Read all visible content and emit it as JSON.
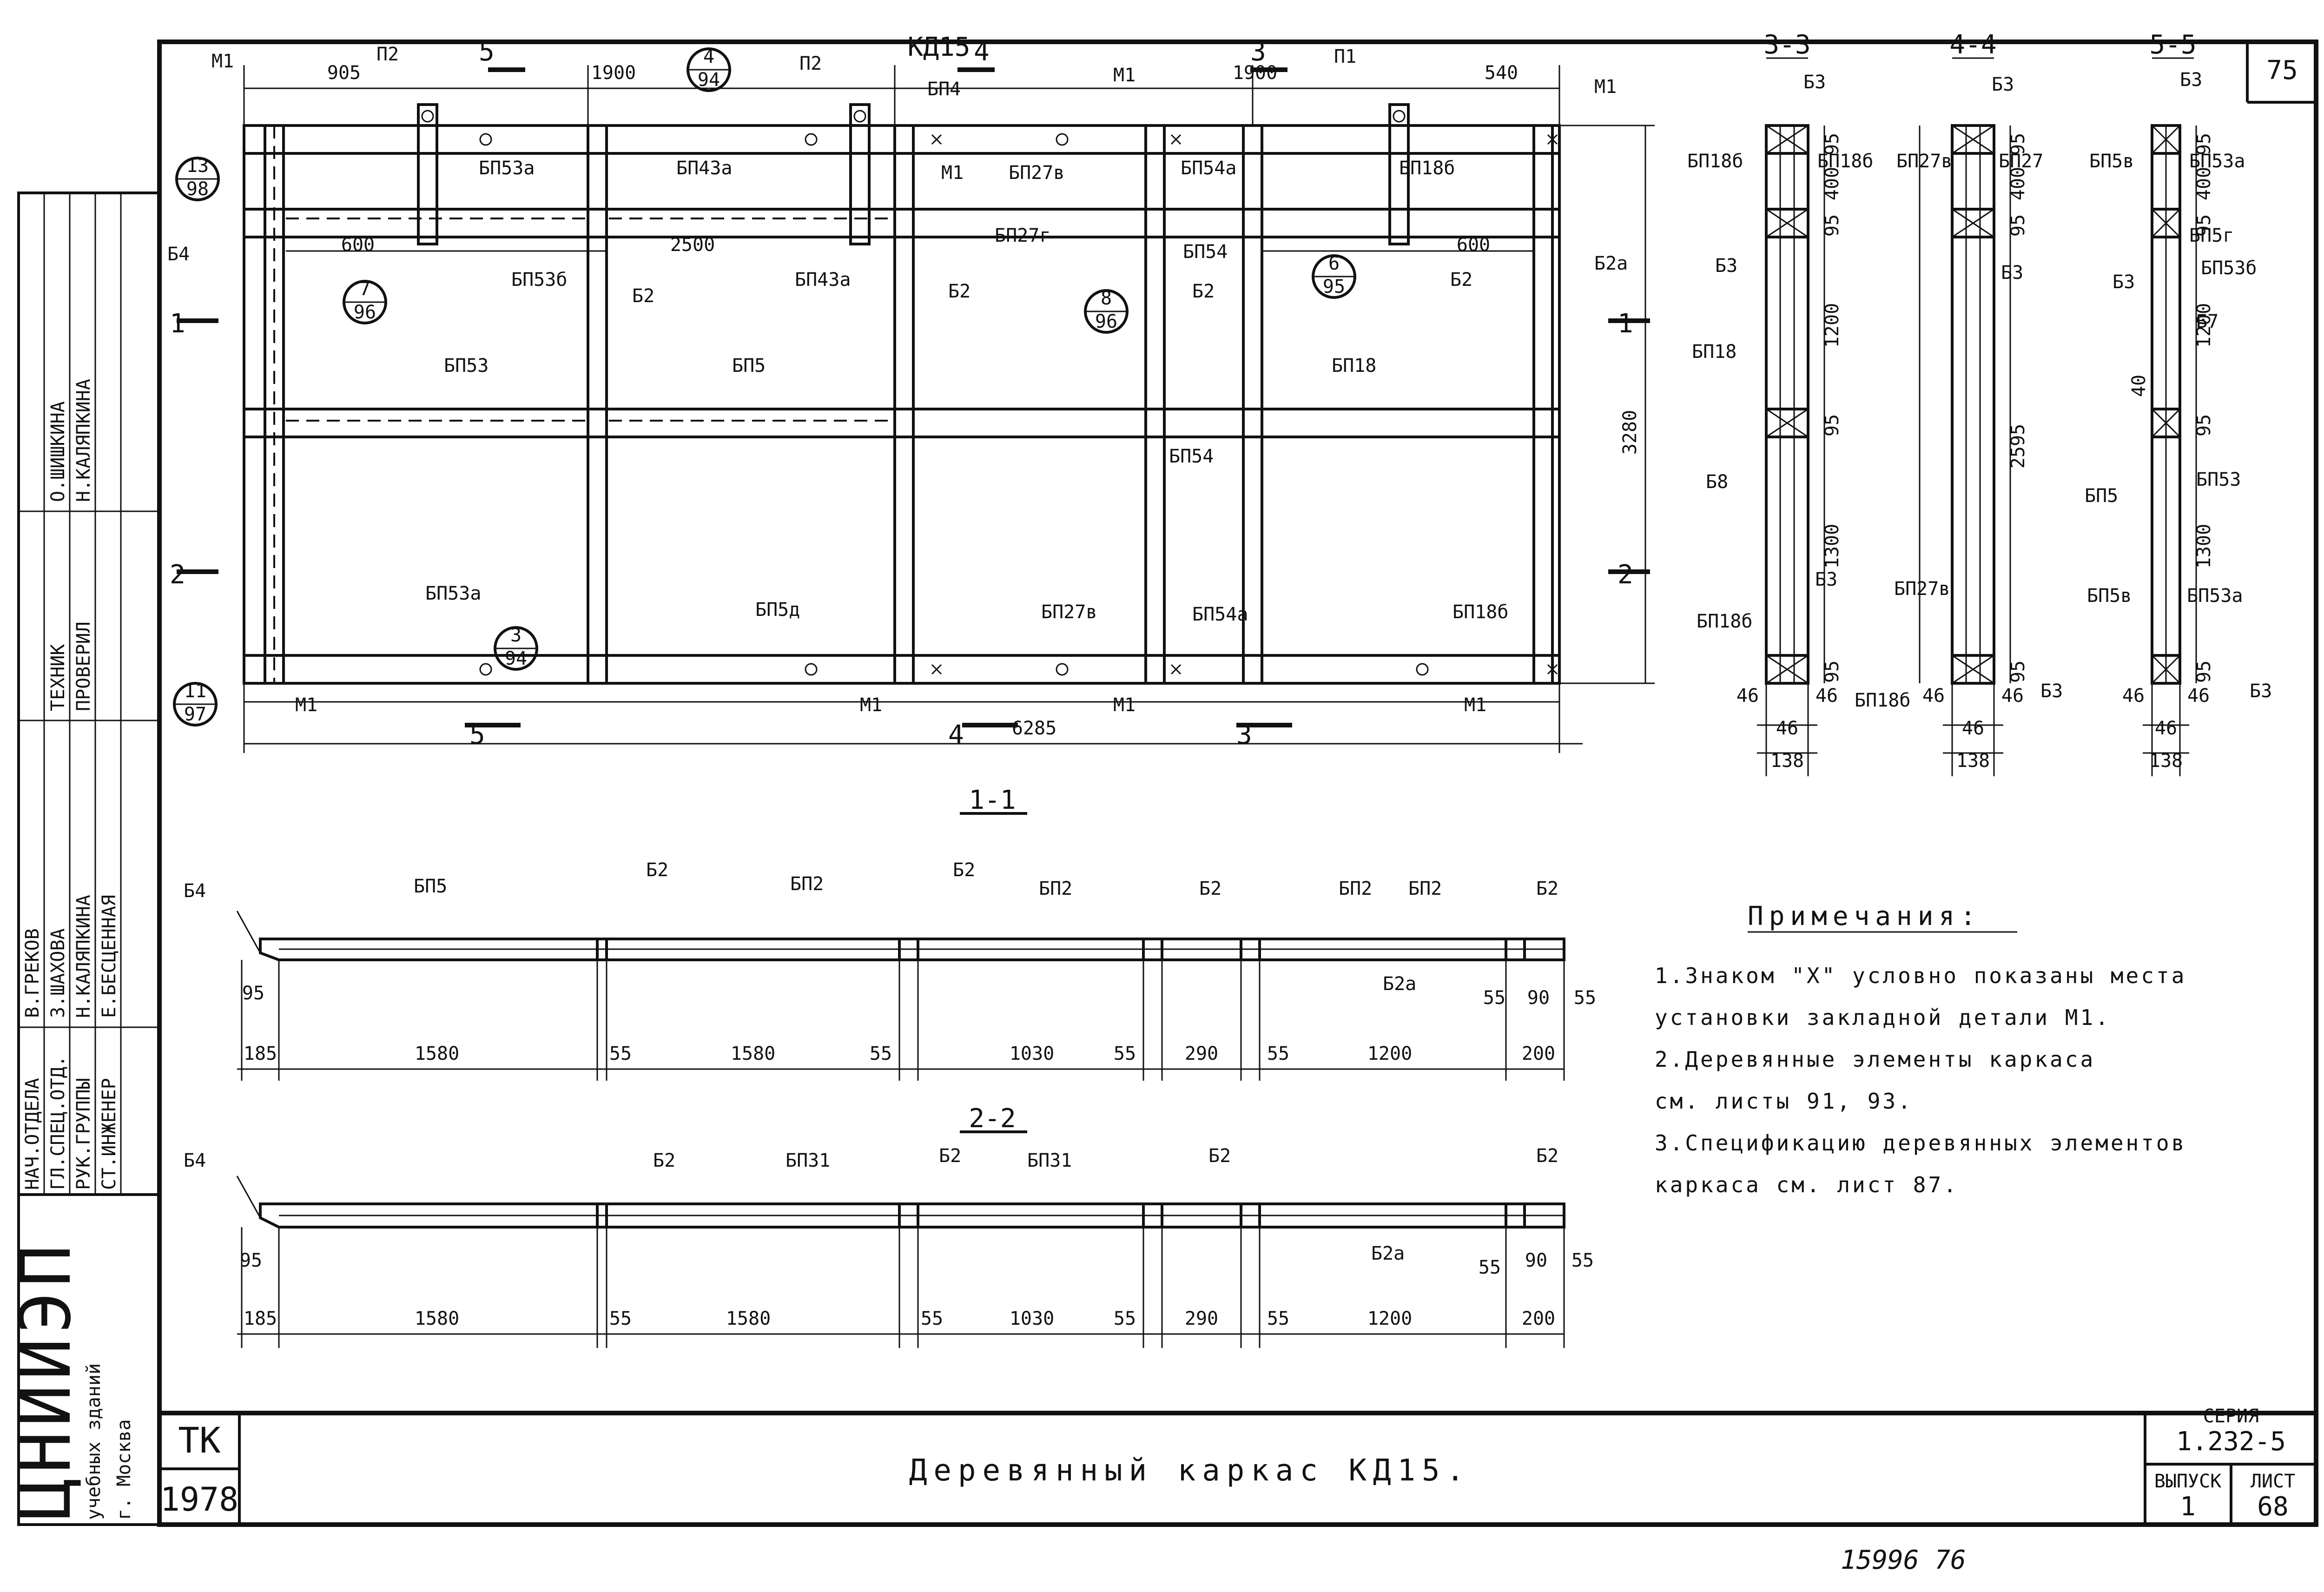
{
  "sheet": {
    "corner_number": "75",
    "title": "Деревянный каркас КД15.",
    "series_label": "СЕРИЯ",
    "series_value": "1.232-5",
    "issue_label": "ВЫПУСК",
    "issue_value": "1",
    "sheet_label": "ЛИСТ",
    "sheet_value": "68",
    "stamp_code": "ТК",
    "stamp_year": "1978",
    "handwritten": "15996 76"
  },
  "org": {
    "logo": "ЦНИИЭП",
    "line1": "учебных зданий",
    "line2": "г. Москва"
  },
  "signatures": [
    {
      "role": "НАЧ.ОТДЕЛА",
      "name": "В.ГРЕКОВ"
    },
    {
      "role": "ГЛ.СПЕЦ.ОТД.",
      "name": "З.ШАХОВА"
    },
    {
      "role": "РУК.ГРУППЫ",
      "name": "Н.КАЛЯПКИНА"
    },
    {
      "role": "СТ.ИНЖЕНЕР",
      "name": "Е.БЕСЦЕННАЯ"
    },
    {
      "role": "ТЕХНИК",
      "name": "О.ШИШКИНА"
    },
    {
      "role": "ПРОВЕРИЛ",
      "name": "Н.КАЛЯПКИНА"
    }
  ],
  "notes": {
    "heading": "Примечания:",
    "n1a": "1.Знаком \"X\" условно показаны места",
    "n1b": "установки закладной детали М1.",
    "n2a": "2.Деревянные элементы каркаса",
    "n2b": "см. листы 91, 93.",
    "n3a": "3.Спецификацию деревянных элементов",
    "n3b": "каркаса см. лист 87."
  },
  "elevation": {
    "name": "КД15",
    "dims_top": [
      "905",
      "1900",
      "1900",
      "540"
    ],
    "dims_inner": [
      "600",
      "2500",
      "600"
    ],
    "dim_total_width": "6285",
    "dim_total_height": "3280",
    "section_marks": [
      "1",
      "1",
      "2",
      "2",
      "3",
      "3",
      "4",
      "4",
      "5",
      "5"
    ],
    "callouts": [
      {
        "top": "13",
        "bottom": "98"
      },
      {
        "top": "4",
        "bottom": "94"
      },
      {
        "top": "7",
        "bottom": "96"
      },
      {
        "top": "8",
        "bottom": "96"
      },
      {
        "top": "6",
        "bottom": "95"
      },
      {
        "top": "3",
        "bottom": "94"
      },
      {
        "top": "11",
        "bottom": "97"
      }
    ],
    "labels": {
      "M1": "М1",
      "P1": "П1",
      "P2": "П2",
      "B4": "Б4",
      "B2": "Б2",
      "B2a": "Б2а",
      "BP53a": "БП53а",
      "BP53b": "БП53б",
      "BP53": "БП53",
      "BP43a": "БП43а",
      "BP5": "БП5",
      "BP5d": "БП5д",
      "BP4": "БП4",
      "BP27v": "БП27в",
      "BP27g": "БП27г",
      "BP54a": "БП54а",
      "BP54": "БП54",
      "BP18b": "БП18б",
      "BP18": "БП18"
    }
  },
  "sections_vertical": {
    "titles": [
      "3-3",
      "4-4",
      "5-5"
    ],
    "dims_a": [
      "95",
      "400",
      "95",
      "1200",
      "95",
      "1300",
      "95"
    ],
    "dims_b": [
      "95",
      "400",
      "95",
      "2595",
      "95"
    ],
    "dim_total": "2595",
    "dim_40": "40",
    "widths": [
      "46",
      "46",
      "46",
      "138"
    ],
    "labels": {
      "B3": "Б3",
      "B8": "Б8",
      "B7": "Б7",
      "BP18b": "БП18б",
      "BP18": "БП18",
      "BP27v": "БП27в",
      "BP27": "БП27",
      "BP5v": "БП5в",
      "BP5g": "БП5г",
      "BP5": "БП5",
      "BP53a": "БП53а",
      "BP53b": "БП53б",
      "BP53": "БП53"
    }
  },
  "section_1_1": {
    "title": "1-1",
    "labels": {
      "B4": "Б4",
      "BP5": "БП5",
      "B2": "Б2",
      "BP2": "БП2",
      "B2a": "Б2а"
    },
    "dims": [
      "185",
      "1580",
      "55",
      "1580",
      "55",
      "1030",
      "55",
      "290",
      "55",
      "1200",
      "200"
    ],
    "dim_95": "95",
    "dim_55a": "55",
    "dim_90": "90",
    "dim_55b": "55"
  },
  "section_2_2": {
    "title": "2-2",
    "labels": {
      "B4": "Б4",
      "B2": "Б2",
      "BP31": "БП31",
      "B2a": "Б2а"
    },
    "dims": [
      "185",
      "1580",
      "55",
      "1580",
      "55",
      "1030",
      "55",
      "290",
      "55",
      "1200",
      "200"
    ],
    "dim_95": "95",
    "dim_55a": "55",
    "dim_90": "90",
    "dim_55b": "55"
  }
}
